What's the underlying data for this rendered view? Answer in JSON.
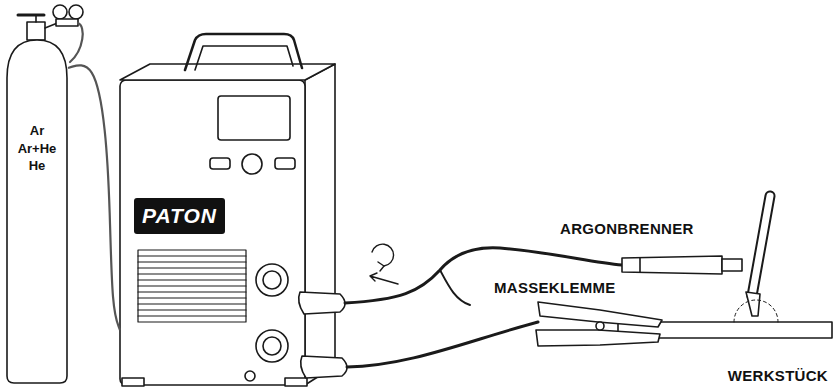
{
  "diagram": {
    "nodes": [
      {
        "text": [
          "Ar",
          "Ar+He",
          "He"
        ]
      },
      {
        "text": [
          "PATON"
        ]
      }
    ],
    "edges": [
      {
        "from": 0,
        "to": 1,
        "arrow": "none"
      }
    ],
    "labels": [
      "ARGONBRENNER",
      "MASSEKLEMME",
      "WERKSTÜCK"
    ]
  }
}
